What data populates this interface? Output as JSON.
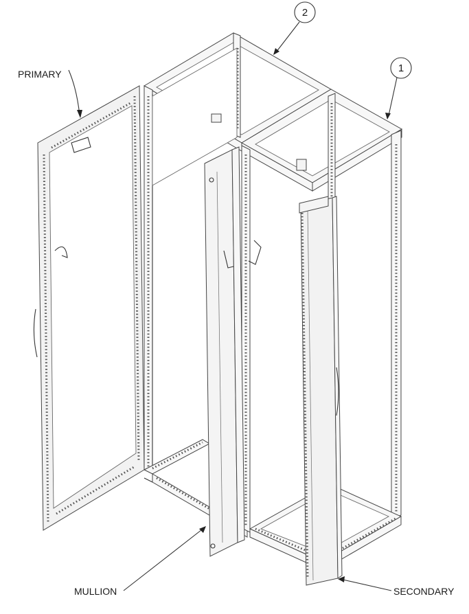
{
  "labels": {
    "primary": "PRIMARY",
    "secondary": "SECONDARY",
    "mullion": "MULLION"
  },
  "callouts": {
    "one": "1",
    "two": "2"
  }
}
